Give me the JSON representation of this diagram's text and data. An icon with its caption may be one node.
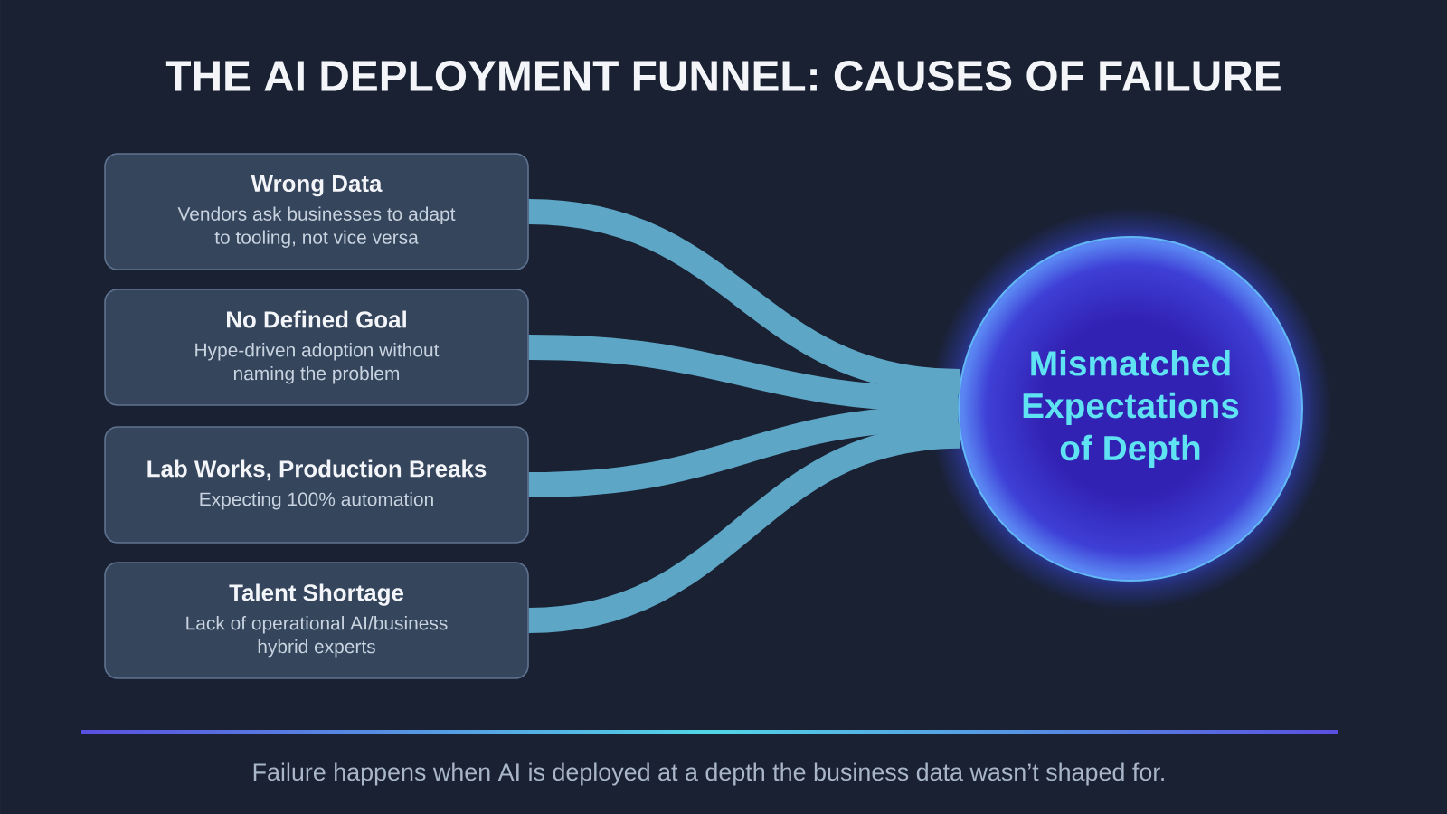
{
  "diagram": {
    "title": "THE AI DEPLOYMENT FUNNEL: CAUSES OF FAILURE",
    "caption": "Failure happens when AI is deployed at a depth the business data wasn’t shaped for.",
    "nodes": [
      {
        "text": [
          "Wrong Data",
          "Vendors ask businesses to adapt to tooling, not vice versa"
        ]
      },
      {
        "text": [
          "No Defined Goal",
          "Hype-driven adoption without naming the problem"
        ]
      },
      {
        "text": [
          "Lab Works, Production Breaks",
          "Expecting 100% automation"
        ]
      },
      {
        "text": [
          "Talent Shortage",
          "Lack of operational AI/business hybrid experts"
        ]
      },
      {
        "text": [
          "Mismatched Expectations of Depth"
        ]
      }
    ],
    "edges": [
      {
        "from": 0,
        "to": 4,
        "arrow": "none"
      },
      {
        "from": 1,
        "to": 4,
        "arrow": "none"
      },
      {
        "from": 2,
        "to": 4,
        "arrow": "none"
      },
      {
        "from": 3,
        "to": 4,
        "arrow": "none"
      }
    ]
  }
}
